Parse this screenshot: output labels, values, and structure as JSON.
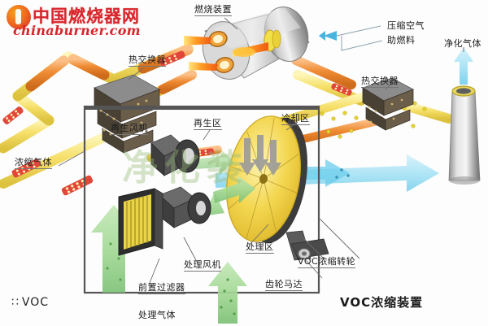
{
  "watermark": {
    "logo_cn": "中国燃烧器网",
    "logo_en": "chinaburner.com",
    "center_text": "净化装"
  },
  "diagram": {
    "title": "VOC浓缩装置",
    "labels": {
      "combustion_device": "燃烧装置",
      "heat_exchanger_left": "热交换器",
      "heat_exchanger_right": "热交换器",
      "compressed_air": "压缩空气",
      "auxiliary_fuel": "助燃料",
      "purified_gas": "净化气体",
      "concentrated_gas": "浓缩气体",
      "regeneration_zone": "再生区",
      "regeneration_fan": "再生风机",
      "cooling_zone": "冷却区",
      "treatment_zone": "处理区",
      "treatment_fan": "处理风机",
      "pre_filter": "前置过滤器",
      "voc_rotor": "VOC浓缩转轮",
      "gear_motor": "齿轮马达",
      "process_gas": "处理气体"
    },
    "legend": {
      "voc_marker": "∷",
      "voc_text": "VOC"
    },
    "colors": {
      "duct_yellow": "#f6e06a",
      "duct_orange": "#ef8b33",
      "voc_dot_red": "#d83a2e",
      "voc_dot_yellow": "#e8d93a",
      "green_flow": "#8fd18a",
      "blue_flow": "#78d2ef",
      "rotor_gold": "#f2d24b",
      "metal_gray": "#9a9a9a",
      "dark_unit": "#4a4a4a",
      "box_outline": "#555555"
    }
  }
}
